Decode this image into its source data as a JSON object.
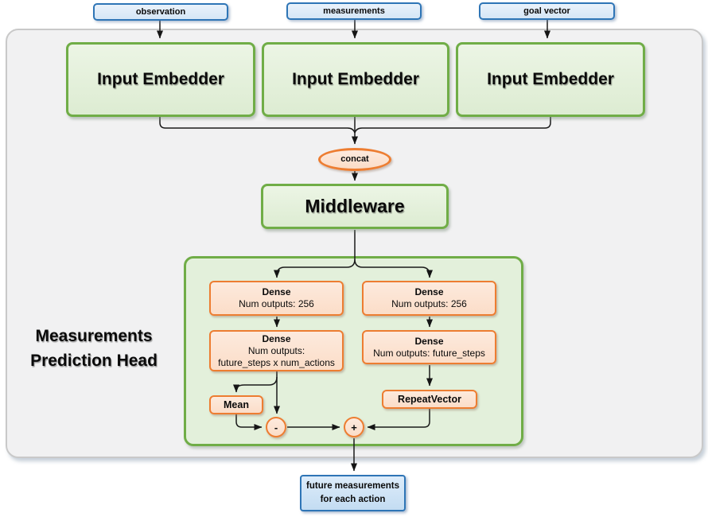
{
  "diagram": {
    "inputs": [
      {
        "label": "observation"
      },
      {
        "label": "measurements"
      },
      {
        "label": "goal vector"
      }
    ],
    "embedders": [
      {
        "label": "Input Embedder"
      },
      {
        "label": "Input Embedder"
      },
      {
        "label": "Input Embedder"
      }
    ],
    "concat_label": "concat",
    "middleware_label": "Middleware",
    "head": {
      "label_line1": "Measurements",
      "label_line2": "Prediction Head",
      "dense_left_1": {
        "title": "Dense",
        "line2": "Num outputs: 256"
      },
      "dense_right_1": {
        "title": "Dense",
        "line2": "Num outputs: 256"
      },
      "dense_left_2": {
        "title": "Dense",
        "line2": "Num outputs:",
        "line3": "future_steps x num_actions"
      },
      "dense_right_2": {
        "title": "Dense",
        "line2": "Num outputs: future_steps"
      },
      "mean_label": "Mean",
      "repeat_vector_label": "RepeatVector",
      "minus_label": "-",
      "plus_label": "+"
    },
    "output": {
      "line1": "future measurements",
      "line2": "for each action"
    },
    "colors": {
      "blue_border": "#2E75B6",
      "blue_fill": "#DDEAF7",
      "green_border": "#70AD47",
      "green_fill": "#E2EFDA",
      "orange_border": "#ED7D31",
      "orange_fill": "#FBE5D6",
      "container_fill": "#F2F2F2",
      "container_border": "#C9C9C9",
      "wire_color": "#1B1B1B"
    }
  }
}
